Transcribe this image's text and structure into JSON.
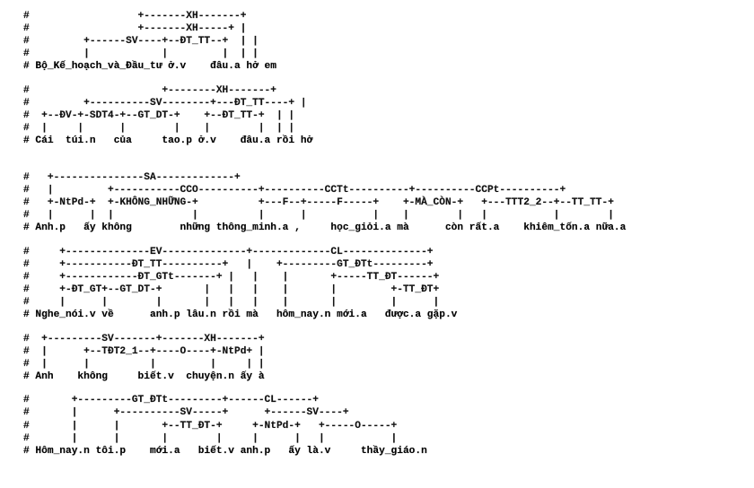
{
  "trees": [
    {
      "id": "tree-1",
      "lines": [
        "#                  +-------XH-------+",
        "#                  +-------XH-----+ |",
        "#         +------SV----+--ĐT_TT--+  | |",
        "#         |            |         |  | |",
        "# Bộ_Kế_hoạch_và_Đầu_tư ở.v    đâu.a hở em"
      ]
    },
    {
      "id": "tree-2",
      "lines": [
        "#                      +--------XH-------+",
        "#         +----------SV--------+---ĐT_TT----+ |",
        "#  +--ĐV-+-SDT4-+--GT_DT-+    +--ĐT_TT-+  | |",
        "#  |     |      |        |    |        |  | |",
        "# Cái  túi.n   của     tao.p ở.v    đâu.a rồi hở"
      ]
    },
    {
      "id": "tree-3",
      "lines": [
        "",
        "#   +---------------SA-------------+",
        "#   |         +-----------CCO----------+----------CCTt----------+----------CCPt----------+",
        "#   +-NtPd-+  +-KHÔNG_NHỮNG-+          +---F--+-----F-----+    +-MÀ_CÒN-+   +---TTT2_2--+--TT_TT-+",
        "#   |      |  |             |          |      |           |    |        |   |           |        |",
        "# Anh.p   ấy không        những thông_minh.a ,     học_giỏi.a mà      còn rất.a    khiêm_tốn.a nữa.a"
      ]
    },
    {
      "id": "tree-4",
      "lines": [
        "#     +--------------EV--------------+-------------CL--------------+",
        "#     +-----------ĐT_TT----------+   |    +---------GT_ĐTt---------+",
        "#     +------------ĐT_GTt-------+ |   |    |       +-----TT_ĐT------+",
        "#     +-ĐT_GT+--GT_DT-+       |   |   |    |       |         +-TT_ĐT+",
        "#     |      |        |       |   |   |    |       |         |      |",
        "# Nghe_nói.v về      anh.p lâu.n rồi mà   hôm_nay.n mới.a   được.a gặp.v"
      ]
    },
    {
      "id": "tree-5",
      "lines": [
        "#  +---------SV-------+-------XH-------+",
        "#  |      +--TĐT2_1--+----O----+-NtPd+ |",
        "#  |      |          |         |     | |",
        "# Anh    không     biết.v  chuyện.n ấy à"
      ]
    },
    {
      "id": "tree-6",
      "lines": [
        "#       +---------GT_ĐTt---------+------CL------+",
        "#       |      +----------SV-----+      +------SV----+",
        "#       |      |       +--TT_ĐT-+     +-NtPd-+   +-----O-----+",
        "#       |      |       |        |     |      |   |           |",
        "# Hôm_nay.n tôi.p    mới.a   biết.v anh.p   ấy là.v     thầy_giáo.n"
      ]
    }
  ]
}
